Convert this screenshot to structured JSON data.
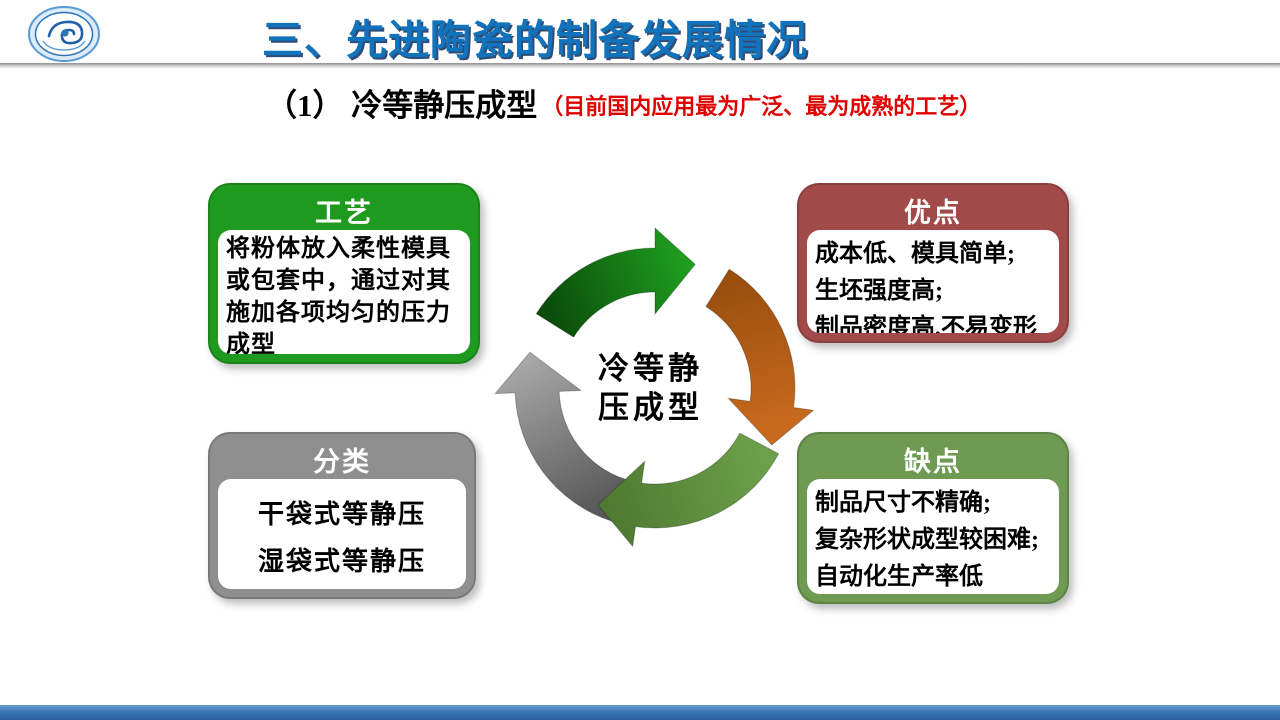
{
  "slide": {
    "header": {
      "title": "三、先进陶瓷的制备发展情况",
      "logo": "blue-dragon-emblem"
    },
    "subtitle": {
      "main": "（1） 冷等静压成型",
      "note": "（目前国内应用最为广泛、最为成熟的工艺）",
      "note_color": "#E10000"
    }
  },
  "boxes": {
    "process": {
      "title": "工艺",
      "body": "将粉体放入柔性模具或包套中，通过对其施加各项均匀的压力成型",
      "color": "#1E9B1E"
    },
    "advantages": {
      "title": "优点",
      "lines": [
        "成本低、模具简单;",
        "生坯强度高;",
        "制品密度高,不易变形"
      ],
      "color": "#A24A4A"
    },
    "classification": {
      "title": "分类",
      "lines": [
        "干袋式等静压",
        "湿袋式等静压"
      ],
      "color": "#8F8F8F"
    },
    "disadvantages": {
      "title": "缺点",
      "lines": [
        "制品尺寸不精确;",
        "复杂形状成型较困难;",
        "自动化生产率低"
      ],
      "color": "#6E9A52"
    }
  },
  "cycle": {
    "center_lines": [
      "冷等静",
      "压成型"
    ],
    "arrows": [
      {
        "name": "gray-cycle-arrow",
        "from": "#585858",
        "to": "#a6a6a6",
        "a1": -108,
        "a2": -178,
        "apex": -196
      },
      {
        "name": "olive-cycle-arrow",
        "from": "#6da04b",
        "to": "#4f7a31",
        "a1": -28,
        "a2": -98,
        "apex": -116
      },
      {
        "name": "orange-cycle-arrow",
        "from": "#9a4f0e",
        "to": "#c96b1e",
        "a1": 58,
        "a2": -8,
        "apex": -26
      },
      {
        "name": "green-cycle-arrow",
        "from": "#0b4d0b",
        "to": "#1e9e1e",
        "a1": 148,
        "a2": 90,
        "apex": 72
      }
    ]
  },
  "footer": {
    "bar_color": "#3a76b4"
  },
  "title_color": "#1273BD"
}
